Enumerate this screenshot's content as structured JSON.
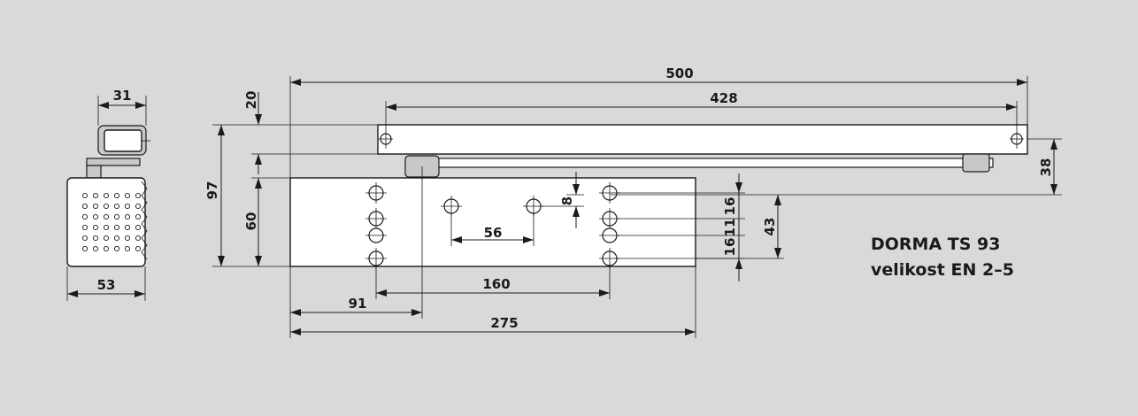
{
  "product": {
    "name": "DORMA TS 93",
    "size": "velikost EN 2–5"
  },
  "dimensions": {
    "width_side": "31",
    "depth_side": "53",
    "total_length": "500",
    "arm_length": "428",
    "arm_offset_top": "20",
    "total_height": "97",
    "body_height": "60",
    "arm_offset_right": "38",
    "body_length": "275",
    "hole_spacing": "160",
    "pivot_offset": "91",
    "mid_hole_spacing": "56",
    "mid_hole_offset": "8",
    "hole_gap_top": "16",
    "hole_gap_mid": "11",
    "hole_gap_bottom": "16",
    "right_height": "43"
  },
  "colors": {
    "background": "#d9d9d9",
    "line": "#1a1a1a",
    "part_fill": "#ffffff"
  }
}
